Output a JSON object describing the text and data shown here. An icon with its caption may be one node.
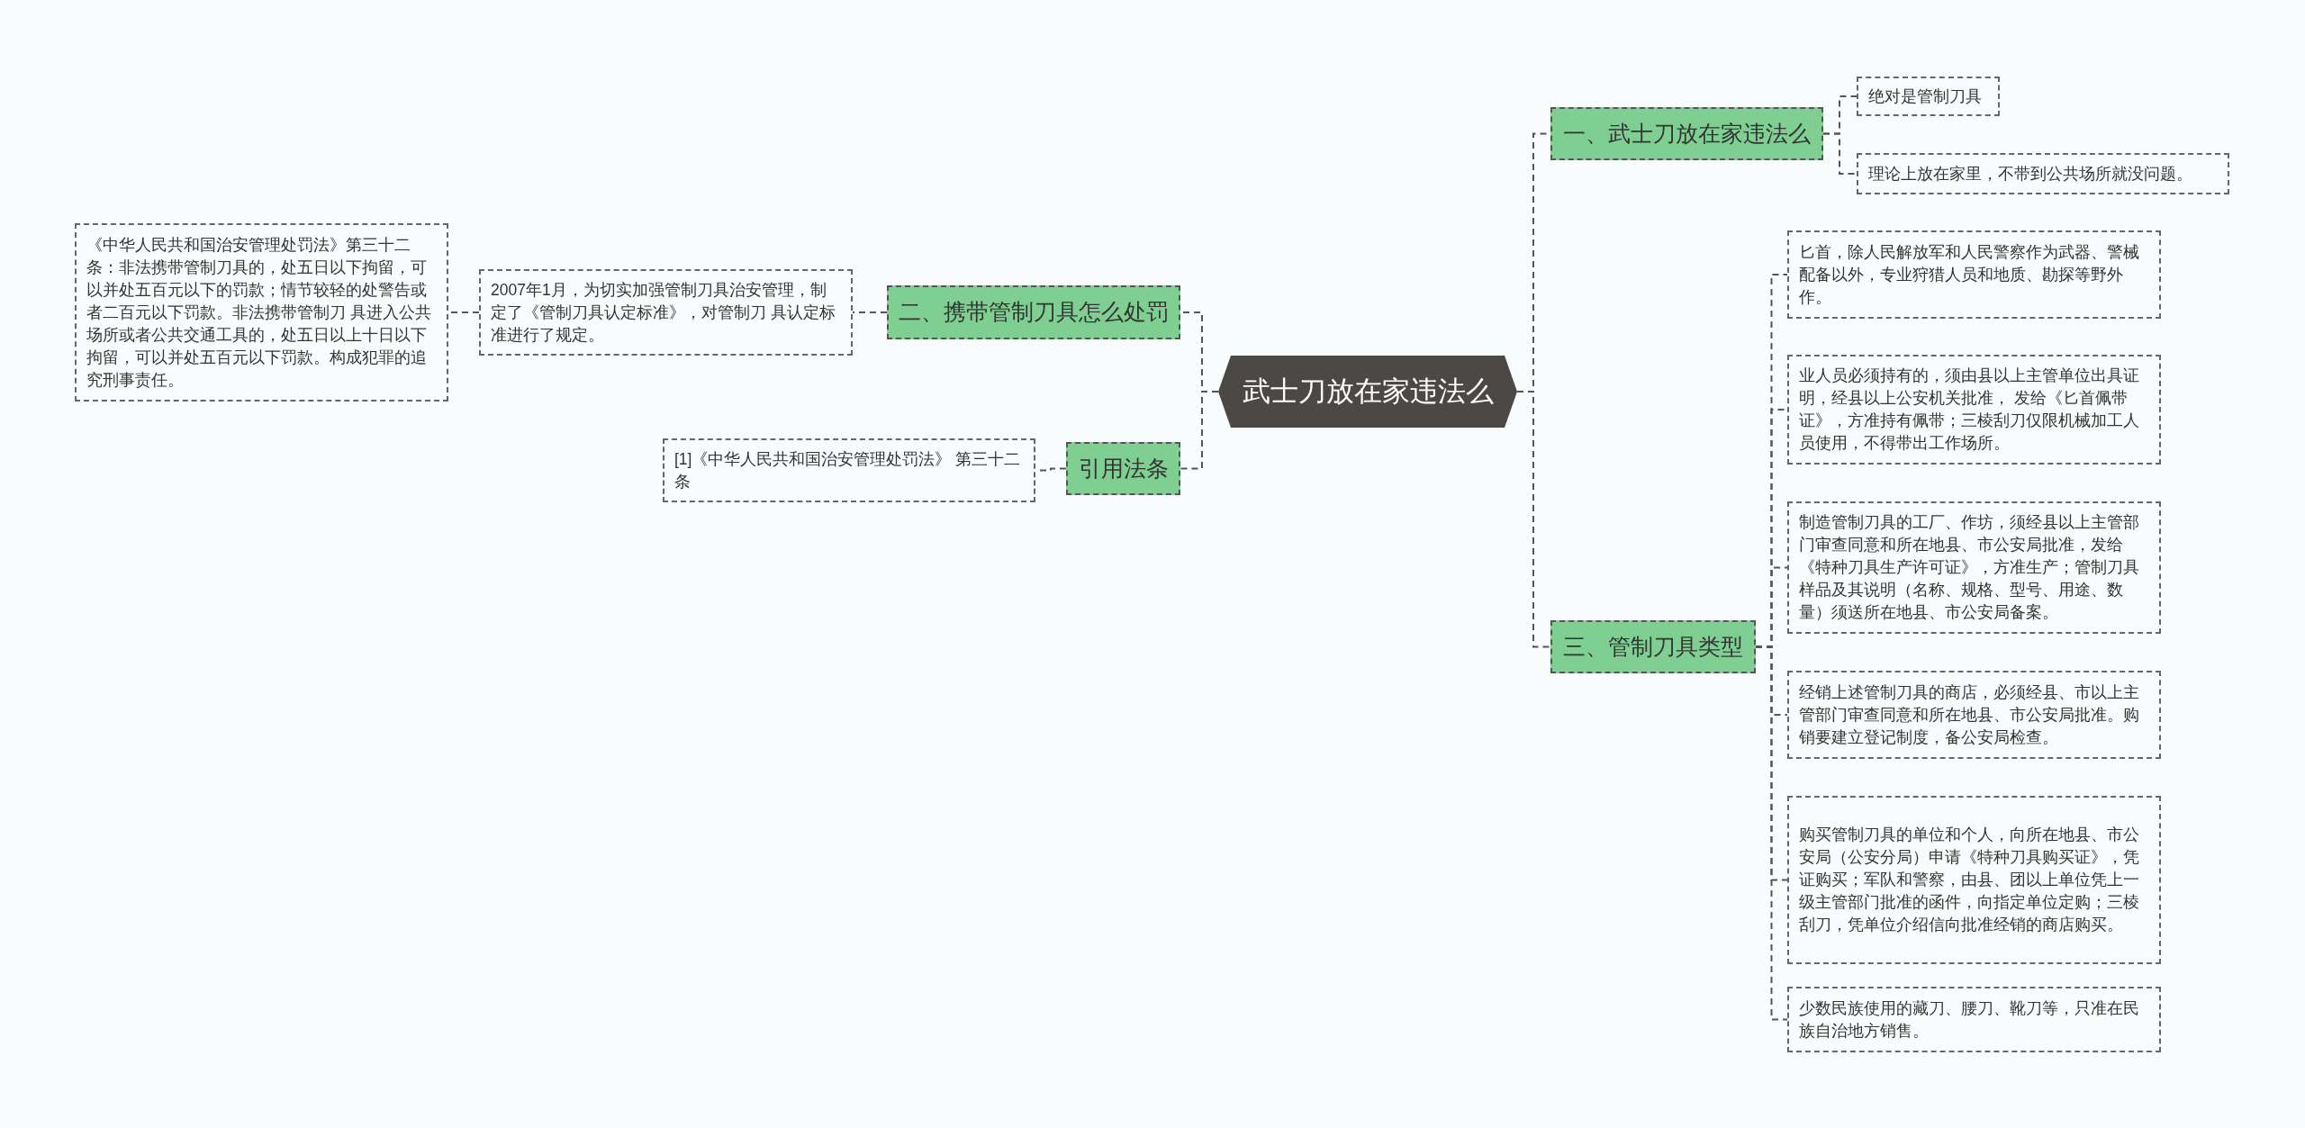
{
  "diagram": {
    "nodes": [
      {
        "text": [
          "武士刀放在家违法么"
        ]
      },
      {
        "text": [
          "一、武士刀放在家违法么"
        ]
      },
      {
        "text": [
          "绝对是管制刀具"
        ]
      },
      {
        "text": [
          "理论上放在家里，不带到公共场所就没问题。"
        ]
      },
      {
        "text": [
          "二、携带管制刀具怎么处罚"
        ]
      },
      {
        "text": [
          "2007年1月，为切实加强管制刀具治安管理，制定了《管制刀具认定标准》，对管制刀 具认定标准进行了规定。"
        ]
      },
      {
        "text": [
          "《中华人民共和国治安管理处罚法》第三十二条：非法携带管制刀具的，处五日以下拘留，可以并处五百元以下的罚款；情节较轻的处警告或者二百元以下罚款。非法携带管制刀 具进入公共场所或者公共交通工具的，处五日以上十日以下拘留，可以并处五百元以下罚款。构成犯罪的追究刑事责任。"
        ]
      },
      {
        "text": [
          "引用法条"
        ]
      },
      {
        "text": [
          "[1]《中华人民共和国治安管理处罚法》 第三十二条"
        ]
      },
      {
        "text": [
          "三、管制刀具类型"
        ]
      },
      {
        "text": [
          "匕首，除人民解放军和人民警察作为武器、警械配备以外，专业狩猎人员和地质、勘探等野外作。"
        ]
      },
      {
        "text": [
          "业人员必须持有的，须由县以上主管单位出具证明，经县以上公安机关批准， 发给《匕首佩带证》，方准持有佩带；三棱刮刀仅限机械加工人员使用，不得带出工作场所。"
        ]
      },
      {
        "text": [
          "制造管制刀具的工厂、作坊，须经县以上主管部门审查同意和所在地县、市公安局批准，发给《特种刀具生产许可证》，方准生产；管制刀具样品及其说明（名称、规格、型号、用途、数量）须送所在地县、市公安局备案。"
        ]
      },
      {
        "text": [
          "经销上述管制刀具的商店，必须经县、市以上主管部门审查同意和所在地县、市公安局批准。购销要建立登记制度，备公安局检查。"
        ]
      },
      {
        "text": [
          "购买管制刀具的单位和个人，向所在地县、市公安局（公安分局）申请《特种刀具购买证》，凭证购买；军队和警察，由县、团以上单位凭上一级主管部门批准的函件，向指定单位定购；三棱刮刀，凭单位介绍信向批准经销的商店购买。"
        ]
      },
      {
        "text": [
          "少数民族使用的藏刀、腰刀、靴刀等，只准在民族自治地方销售。"
        ]
      }
    ],
    "edges": [
      {
        "from": 0,
        "to": 1,
        "arrow": "none"
      },
      {
        "from": 1,
        "to": 2,
        "arrow": "none"
      },
      {
        "from": 1,
        "to": 3,
        "arrow": "none"
      },
      {
        "from": 0,
        "to": 4,
        "arrow": "none"
      },
      {
        "from": 4,
        "to": 5,
        "arrow": "none"
      },
      {
        "from": 5,
        "to": 6,
        "arrow": "none"
      },
      {
        "from": 0,
        "to": 7,
        "arrow": "none"
      },
      {
        "from": 7,
        "to": 8,
        "arrow": "none"
      },
      {
        "from": 0,
        "to": 9,
        "arrow": "none"
      },
      {
        "from": 9,
        "to": 10,
        "arrow": "none"
      },
      {
        "from": 9,
        "to": 11,
        "arrow": "none"
      },
      {
        "from": 9,
        "to": 12,
        "arrow": "none"
      },
      {
        "from": 9,
        "to": 13,
        "arrow": "none"
      },
      {
        "from": 9,
        "to": 14,
        "arrow": "none"
      },
      {
        "from": 9,
        "to": 15,
        "arrow": "none"
      }
    ]
  }
}
